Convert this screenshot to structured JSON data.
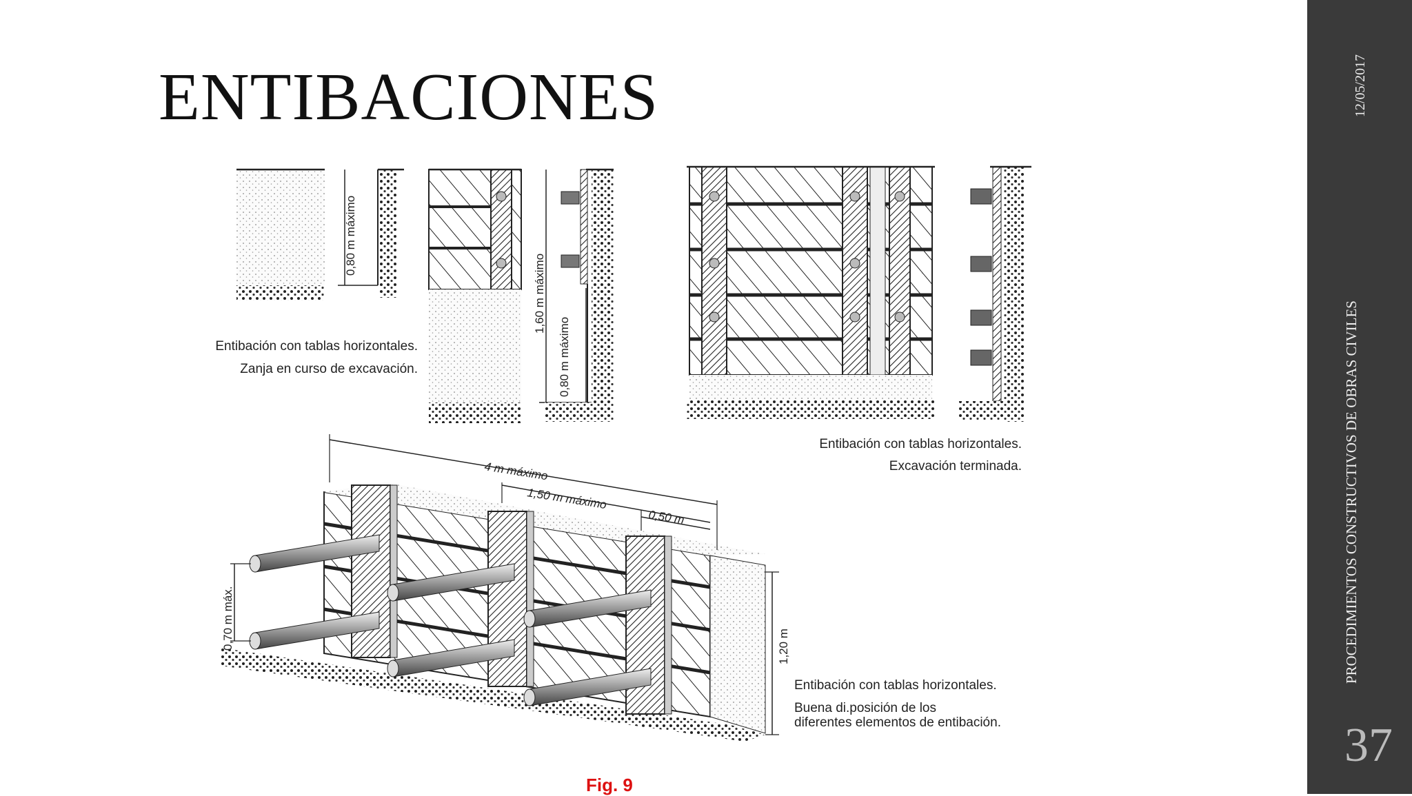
{
  "slide": {
    "title": "ENTIBACIONES",
    "date": "12/05/2017",
    "course": "PROCEDIMIENTOS CONSTRUCTIVOS DE OBRAS CIVILES",
    "page_number": "37",
    "figure_label": "Fig. 9"
  },
  "diagram": {
    "caption_a": [
      "Entibación con tablas horizontales.",
      "Zanja en curso de excavación."
    ],
    "caption_b": [
      "Entibación con tablas horizontales.",
      "Excavación terminada."
    ],
    "caption_c": [
      "Entibación con tablas horizontales.",
      "Buena di.posición de los",
      "diferentes elementos de entibación."
    ],
    "dim_080_a": "0,80 m máximo",
    "dim_160": "1,60 m máximo",
    "dim_080_b": "0,80 m máximo",
    "dim_4m": "4 m máximo",
    "dim_150": "1,50 m máximo",
    "dim_050": "0,50 m",
    "dim_070": "0,70 m máx.",
    "dim_120": "1,20 m"
  }
}
